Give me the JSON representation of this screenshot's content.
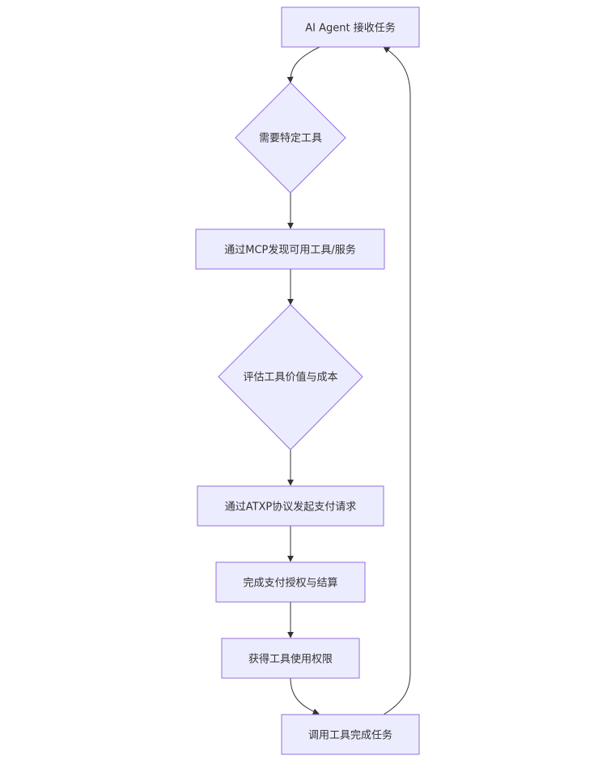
{
  "nodes": {
    "receive_task": "AI Agent 接收任务",
    "need_tool": "需要特定工具",
    "discover": "通过MCP发现可用工具/服务",
    "evaluate": "评估工具价值与成本",
    "payment_request": "通过ATXP协议发起支付请求",
    "authorize": "完成支付授权与结算",
    "gain_access": "获得工具使用权限",
    "invoke": "调用工具完成任务"
  },
  "colors": {
    "node_fill": "#ececff",
    "node_stroke": "#9370db",
    "edge": "#333333",
    "text": "#333333"
  }
}
